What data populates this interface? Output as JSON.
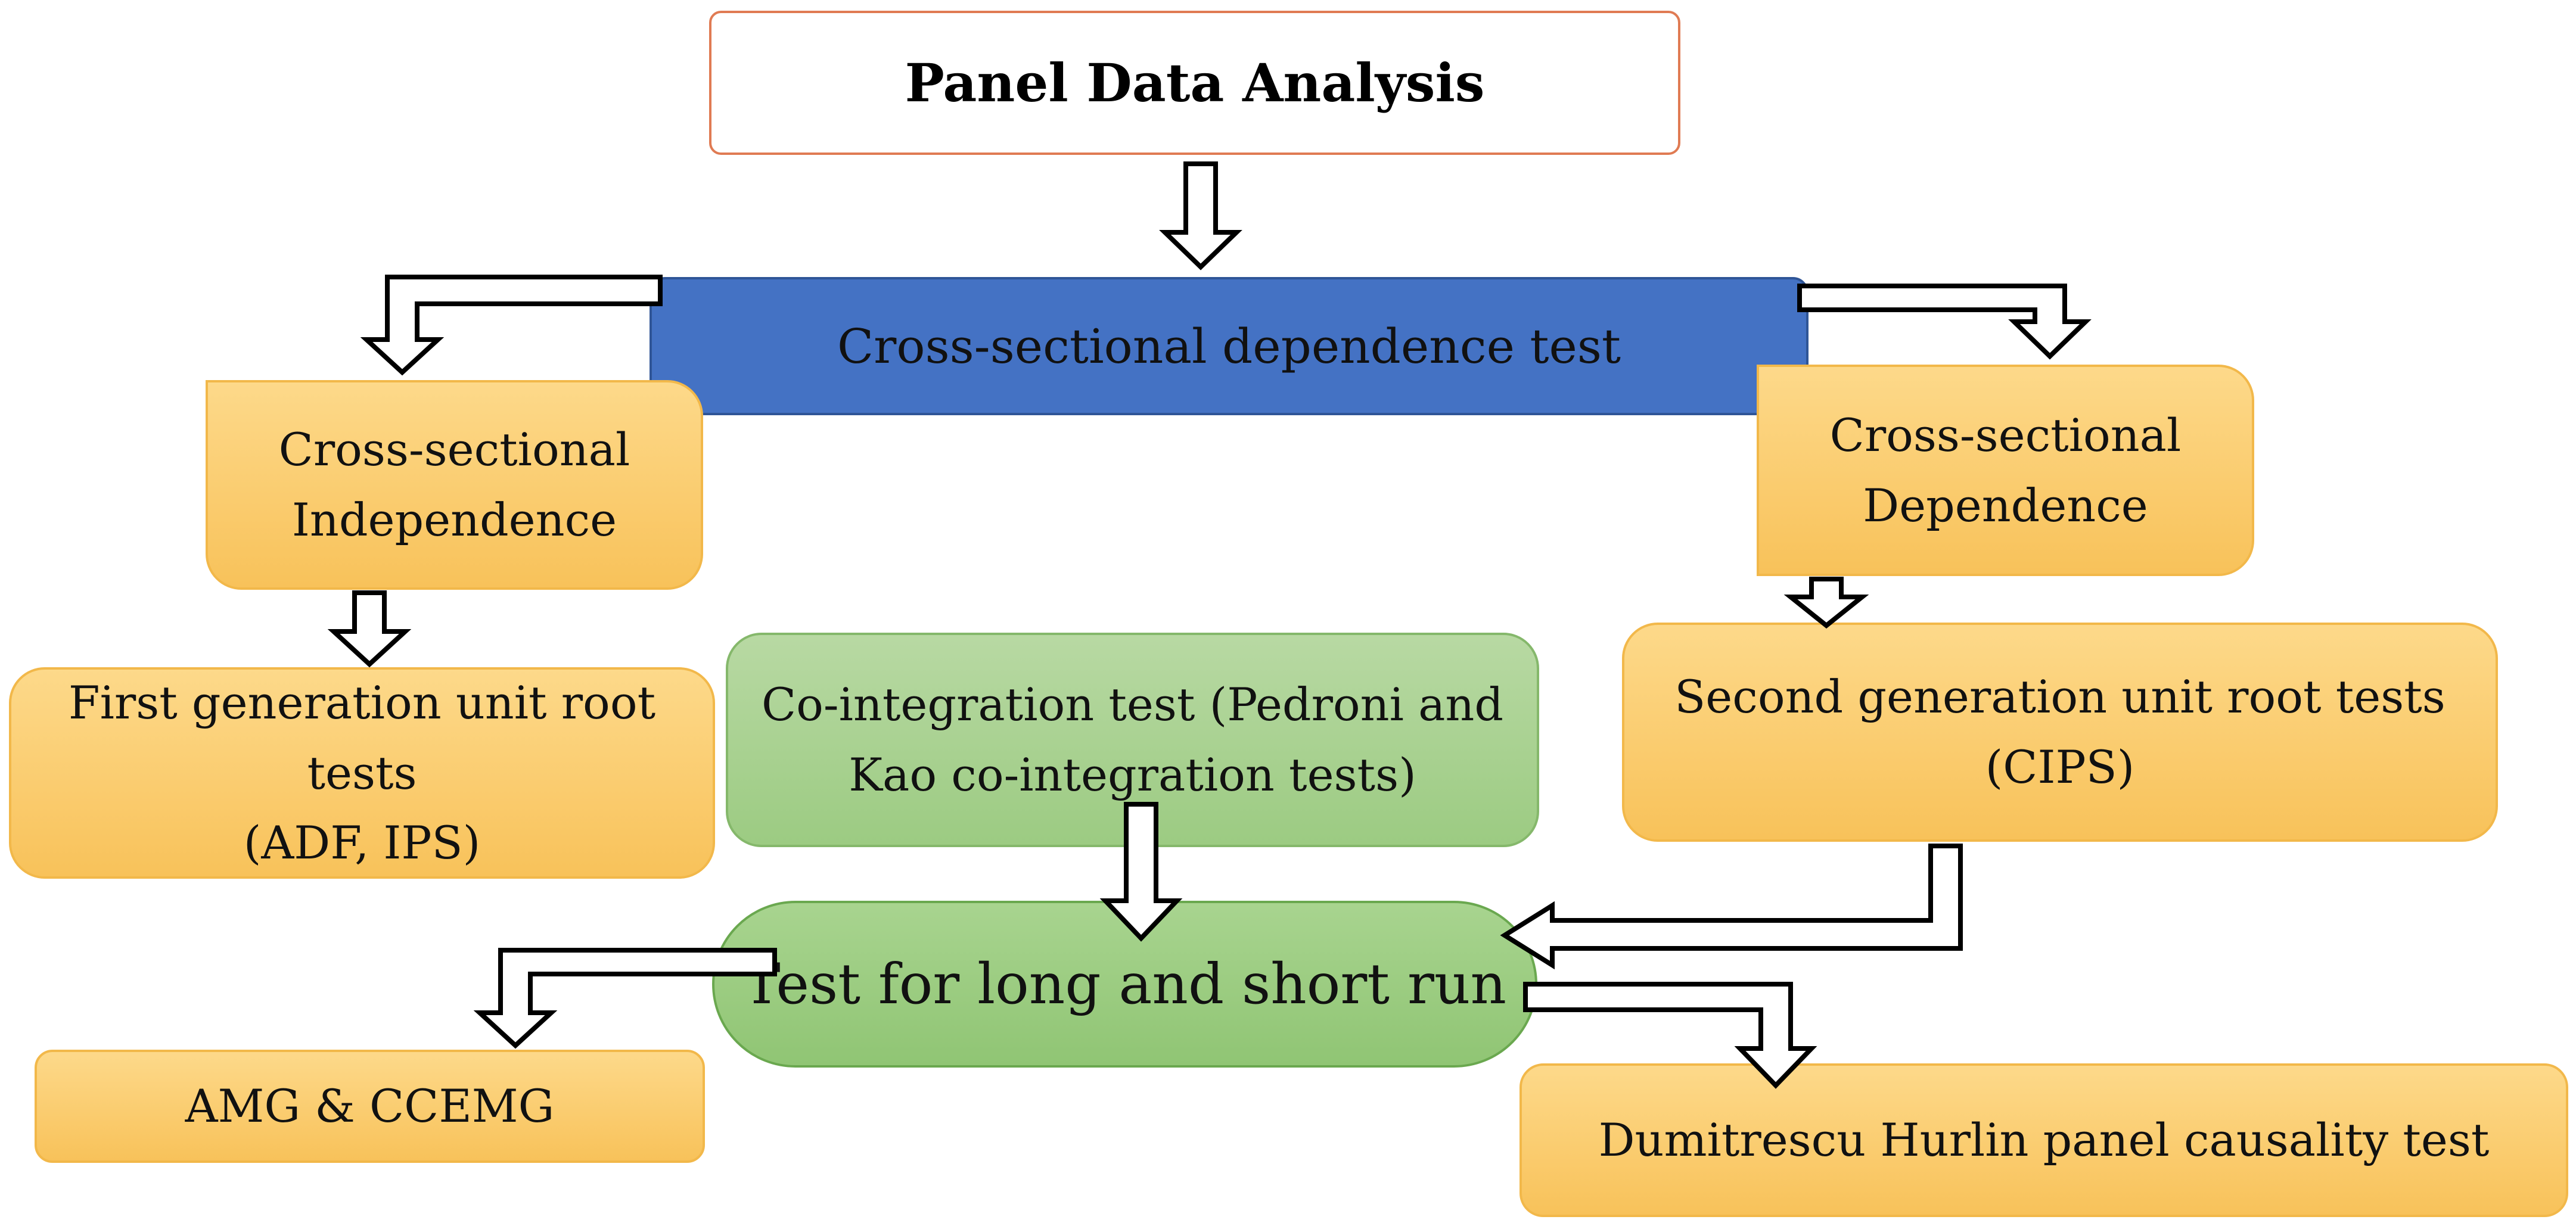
{
  "diagram": {
    "root": "Panel Data Analysis",
    "cd_test": "Cross-sectional dependence test",
    "independence": {
      "line1": "Cross-sectional",
      "line2": "Independence"
    },
    "dependence": {
      "line1": "Cross-sectional",
      "line2": "Dependence"
    },
    "first_gen": {
      "line1": "First generation unit root tests",
      "line2": "(ADF, IPS)"
    },
    "cointegration": {
      "line1": "Co-integration test (Pedroni and",
      "line2": "Kao co-integration tests)"
    },
    "second_gen": {
      "line1": "Second generation unit root tests",
      "line2": "(CIPS)"
    },
    "long_short": "Test for long and short run",
    "amg": "AMG & CCEMG",
    "causality": "Dumitrescu Hurlin panel causality test"
  }
}
